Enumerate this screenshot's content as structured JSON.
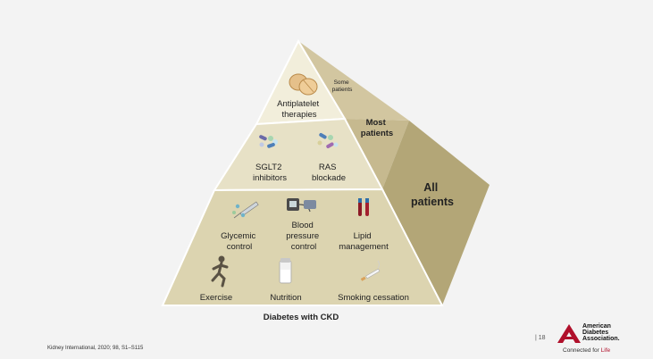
{
  "diagram": {
    "top_tier": {
      "label_line1": "Antiplatelet",
      "label_line2": "therapies"
    },
    "middle_tier": {
      "left": {
        "label_line1": "SGLT2",
        "label_line2": "inhibitors"
      },
      "right": {
        "label_line1": "RAS",
        "label_line2": "blockade"
      }
    },
    "bottom_tier": {
      "glycemic": {
        "label_line1": "Glycemic",
        "label_line2": "control"
      },
      "blood_pressure": {
        "label_line1": "Blood",
        "label_line2": "pressure",
        "label_line3": "control"
      },
      "lipid": {
        "label_line1": "Lipid",
        "label_line2": "management"
      },
      "exercise": "Exercise",
      "nutrition": "Nutrition",
      "smoking": "Smoking cessation"
    },
    "side": {
      "some": {
        "line1": "Some",
        "line2": "patients"
      },
      "most": {
        "line1": "Most",
        "line2": "patients"
      },
      "all": {
        "line1": "All",
        "line2": "patients"
      }
    },
    "base_label": "Diabetes with CKD"
  },
  "footer": {
    "citation": "Kidney International, 2020; 98, S1–S115",
    "page_number": "| 18"
  },
  "logo": {
    "line1": "American",
    "line2": "Diabetes",
    "line3": "Association.",
    "tagline_prefix": "Connected for ",
    "tagline_accent": "Life",
    "brand_color": "#b0102b"
  }
}
